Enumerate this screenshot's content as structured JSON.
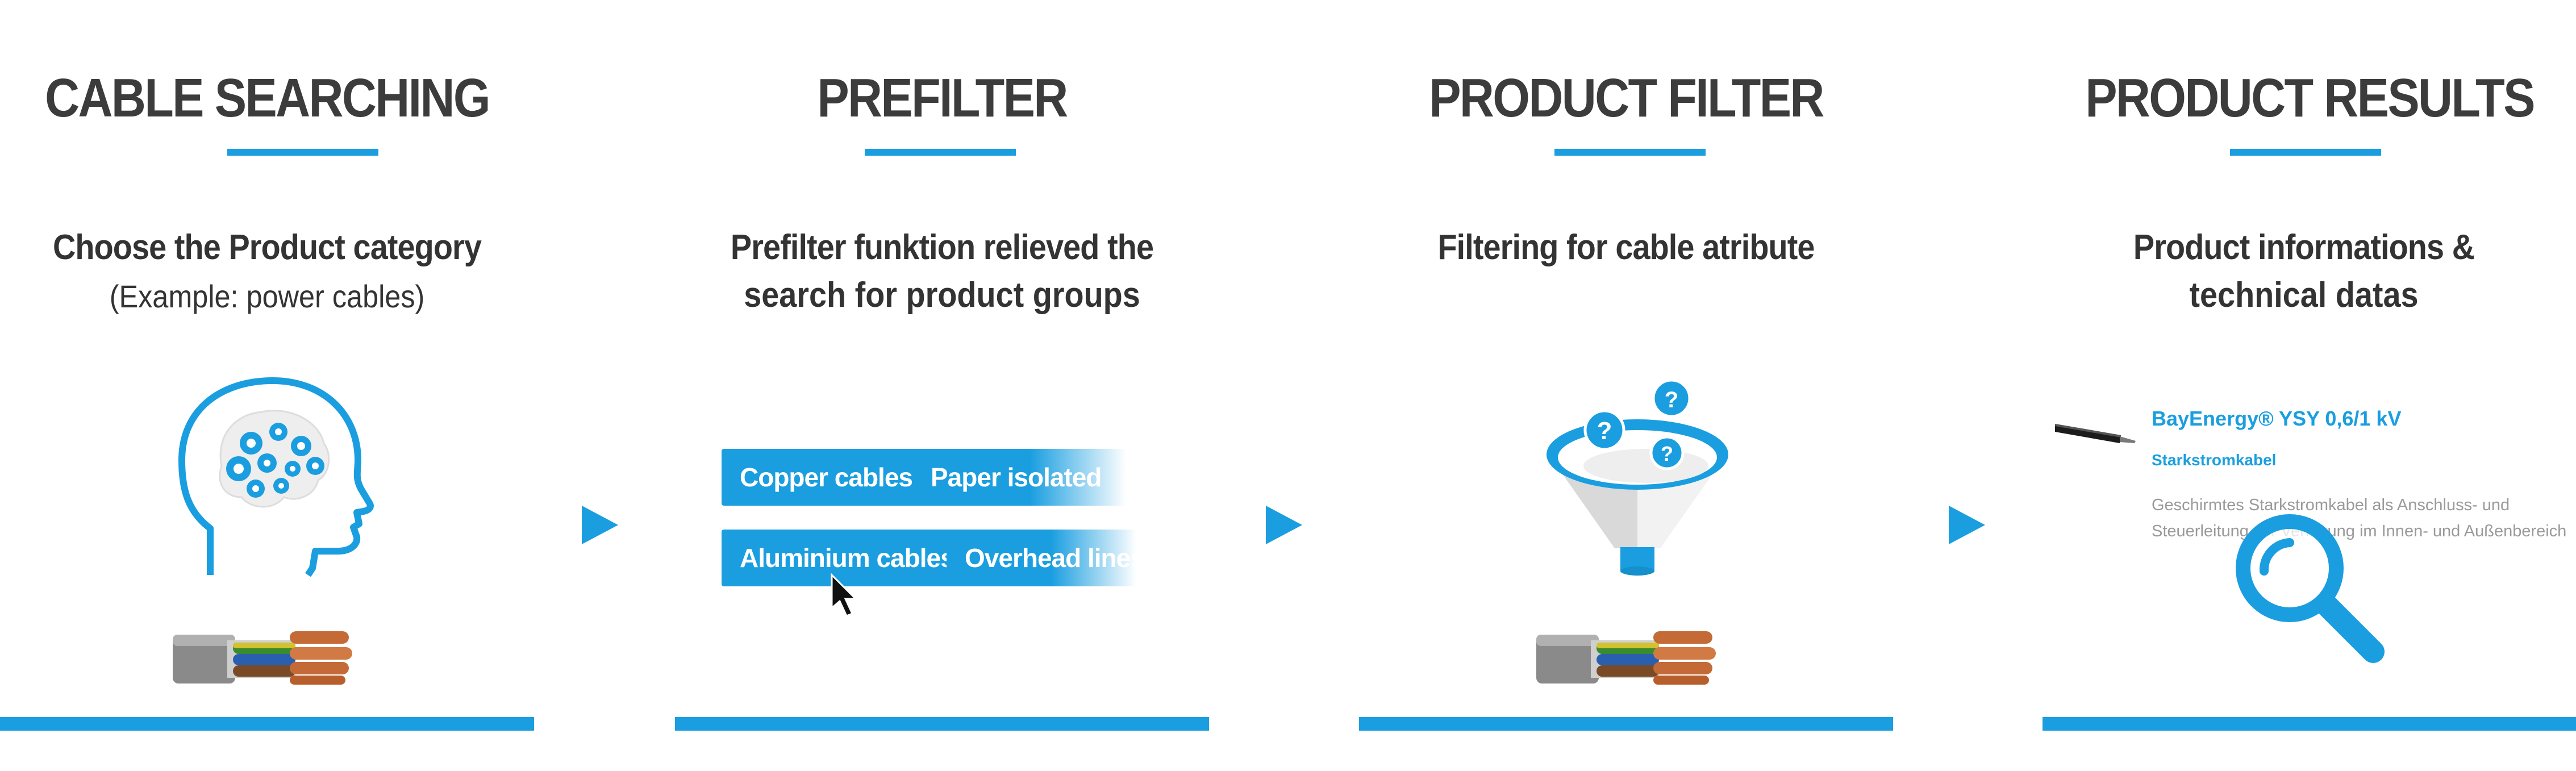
{
  "steps": [
    {
      "title": "CABLE SEARCHING",
      "subtitle_line1": "Choose the Product category",
      "subtitle_line2": "(Example: power cables)",
      "icon": "brain-gears-icon"
    },
    {
      "title": "PREFILTER",
      "subtitle_line1": "Prefilter funktion relieved the",
      "subtitle_line2": "search for product groups",
      "chips": [
        "Copper cables",
        "Paper isolated",
        "Aluminium cables",
        "Overhead lines"
      ]
    },
    {
      "title": "PRODUCT FILTER",
      "subtitle_line1": "Filtering for cable atribute",
      "icon": "funnel-question-icon"
    },
    {
      "title": "PRODUCT RESULTS",
      "subtitle_line1": "Product informations &",
      "subtitle_line2": "technical datas",
      "product_name": "BayEnergy® YSY 0,6/1 kV",
      "product_type": "Starkstromkabel",
      "product_desc": "Geschirmtes Starkstromkabel als Anschluss- und Steuerleitung zur Verlegung im Innen- und Außenbereich",
      "icon": "magnifier-icon"
    }
  ],
  "colors": {
    "accent": "#1a9ee0",
    "text": "#3c3c3c"
  }
}
